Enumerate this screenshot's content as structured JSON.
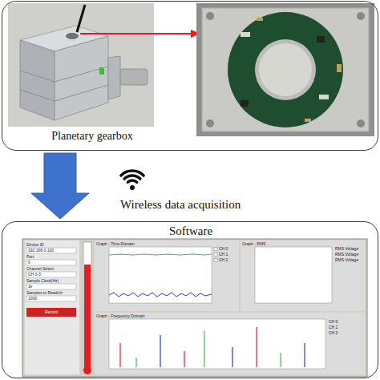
{
  "diagram": {
    "nodes": [
      {
        "text": [
          "Planetary gearbox"
        ]
      },
      {
        "text": [
          "Software"
        ]
      }
    ],
    "edges": [
      {
        "from": 0,
        "to": 1,
        "arrow": "to",
        "label": "Wireless data acquisition"
      }
    ],
    "labels": [
      "Device ID",
      "192.168.0.100",
      "Port",
      "0",
      "Channel Select",
      "CH 0-3",
      "Sample Clock(Hz)",
      "1k",
      "Samples to Read/ch",
      "1000",
      "Record",
      "Graph - Time Domain",
      "Graph - RMS",
      "Graph - Frequency Domain",
      "CH 0",
      "CH 1",
      "CH 2",
      "RMS Voltage",
      "RMS Voltage",
      "RMS Voltage",
      "CH 0",
      "CH 1",
      "CH 2"
    ]
  }
}
